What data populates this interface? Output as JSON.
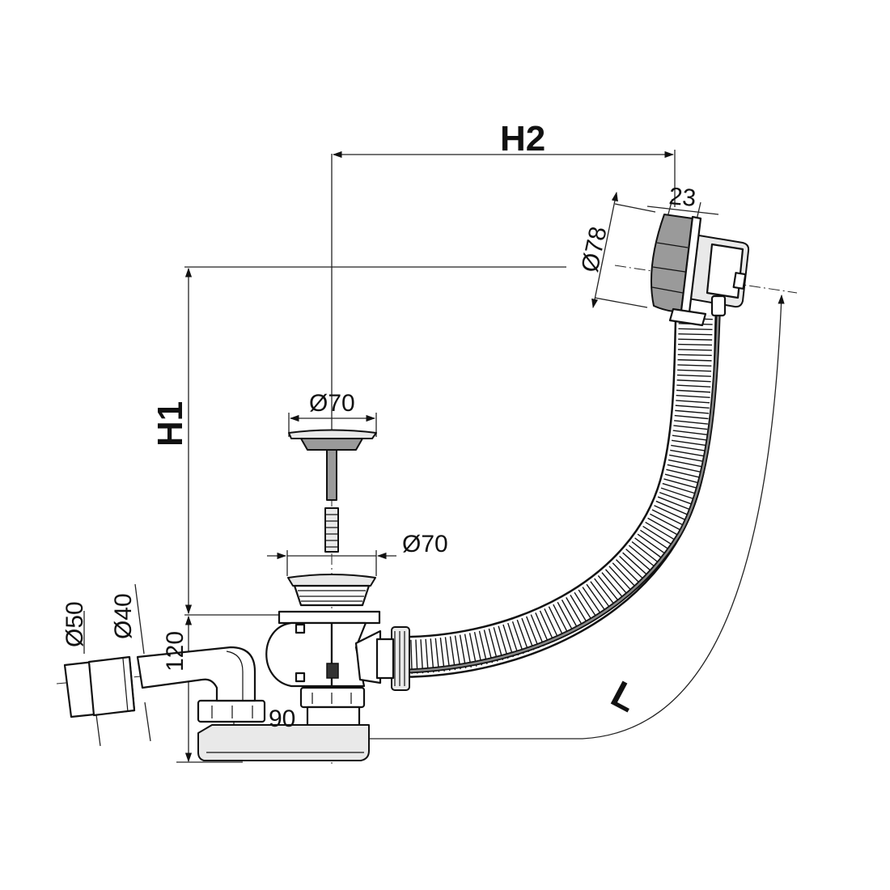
{
  "dimensions": {
    "h2": "H2",
    "h1": "H1",
    "l": "L",
    "d78": "Ø78",
    "d23": "23",
    "plug_d70": "Ø70",
    "seat_d70": "Ø70",
    "d50": "Ø50",
    "d40": "Ø40",
    "d120": "120",
    "d90": "90"
  }
}
